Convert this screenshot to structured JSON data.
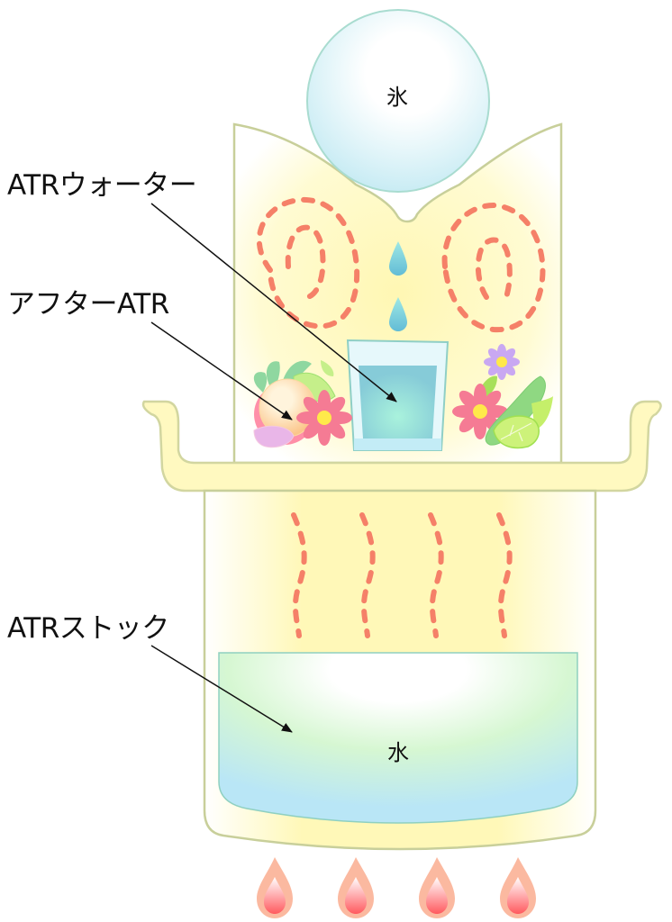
{
  "diagram": {
    "title": "ATR extraction apparatus diagram",
    "labels": {
      "atr_water": "ATRウォーター",
      "after_atr": "アフターATR",
      "atr_stock": "ATRストック",
      "ice": "氷",
      "water": "水"
    },
    "components": [
      {
        "id": "ice-ball",
        "label": "氷"
      },
      {
        "id": "upper-chamber",
        "label": ""
      },
      {
        "id": "collection-glass",
        "label": "ATRウォーター"
      },
      {
        "id": "residue-ingredients",
        "label": "アフターATR"
      },
      {
        "id": "lower-pot",
        "label": ""
      },
      {
        "id": "water-reservoir",
        "label": "水"
      },
      {
        "id": "burner-flames",
        "count": 4
      }
    ],
    "colors": {
      "outline": "#c8cf9a",
      "vessel_fill": "#fffbc8",
      "steam_dash": "#f58068",
      "water_blue": "#b9e6f6",
      "water_green": "#d9f7cf",
      "glass_water": "#86cfd8",
      "flame_outer": "#fbb9a0",
      "flame_inner": "#ff6b6b",
      "drop": "#6cc6da"
    }
  }
}
